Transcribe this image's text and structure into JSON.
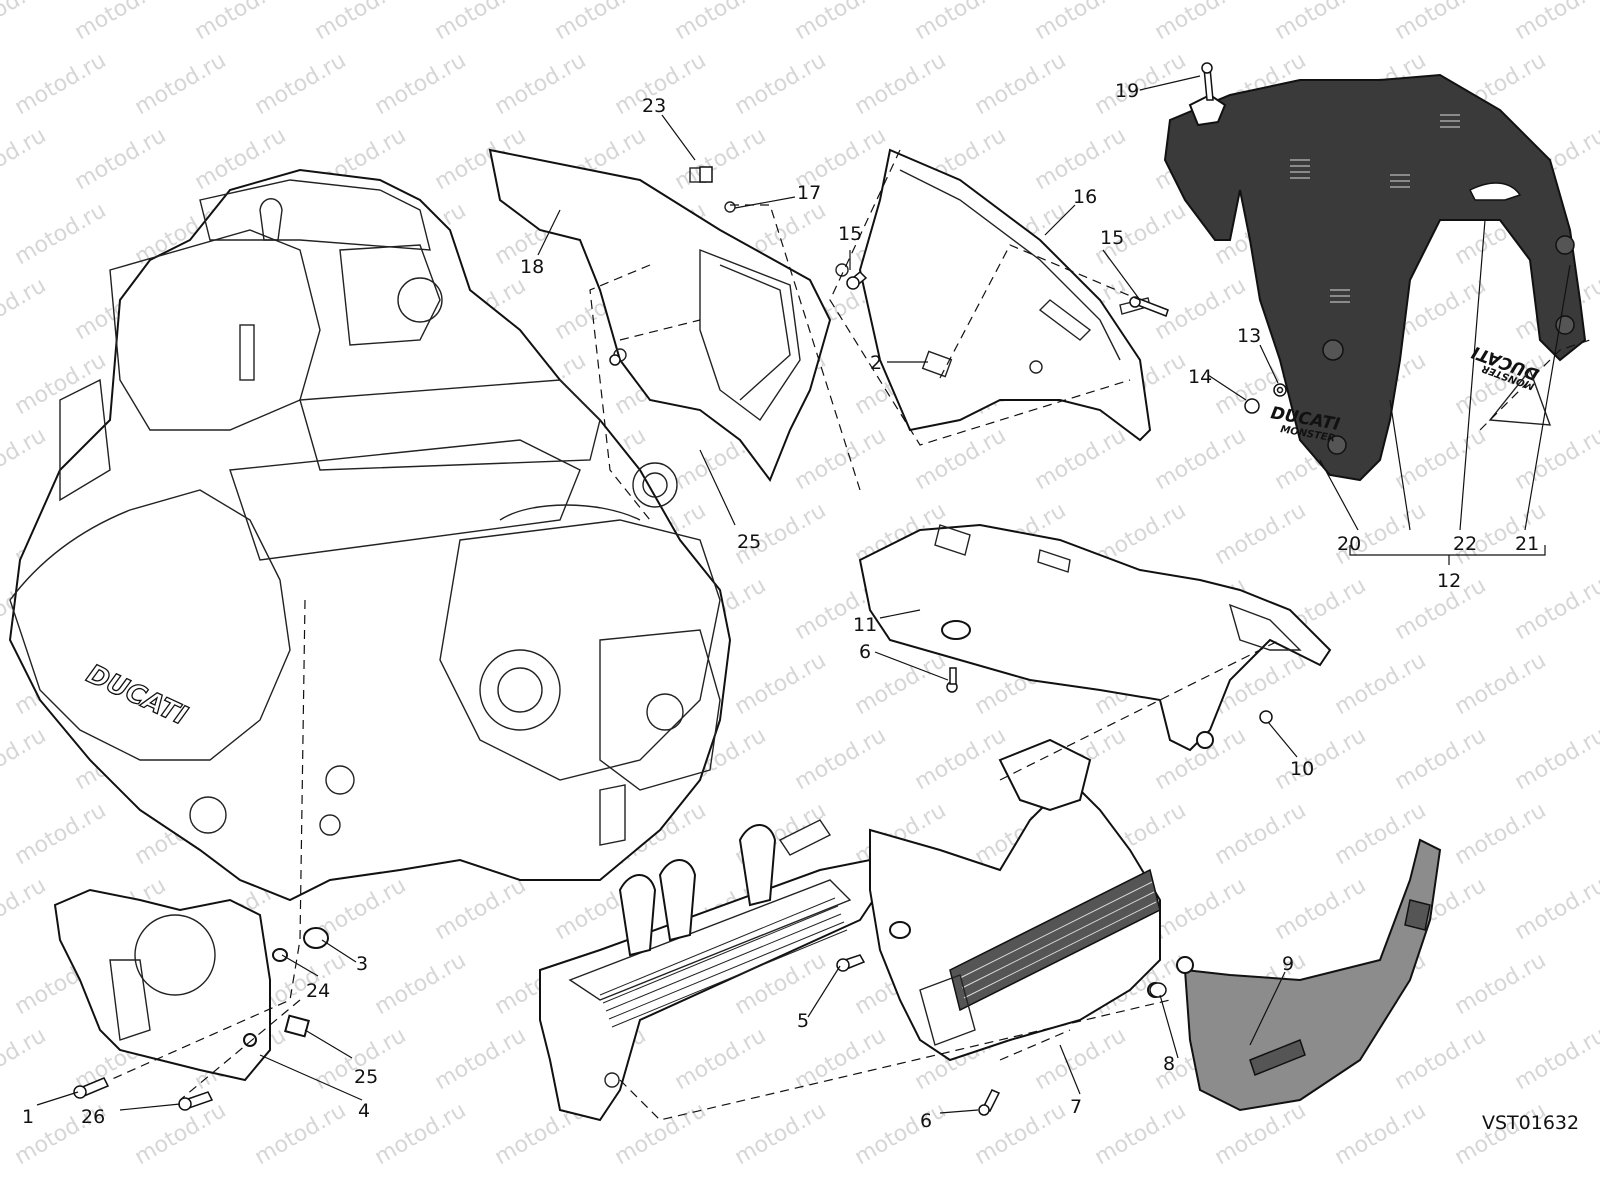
{
  "watermark": "motod.ru",
  "drawing_code": "VST01632",
  "brand_mark": "DUCATI",
  "brand_sub": "MONSTER",
  "callouts": [
    "1",
    "2",
    "3",
    "4",
    "5",
    "6",
    "7",
    "8",
    "9",
    "10",
    "11",
    "12",
    "13",
    "14",
    "15",
    "16",
    "17",
    "18",
    "19",
    "20",
    "21",
    "22",
    "23",
    "24",
    "25",
    "26"
  ],
  "callout_labels": [
    {
      "key": "23",
      "text": "23"
    },
    {
      "key": "17",
      "text": "17"
    },
    {
      "key": "18",
      "text": "18"
    },
    {
      "key": "15a",
      "text": "15"
    },
    {
      "key": "16",
      "text": "16"
    },
    {
      "key": "15b",
      "text": "15"
    },
    {
      "key": "2",
      "text": "2"
    },
    {
      "key": "25a",
      "text": "25"
    },
    {
      "key": "19",
      "text": "19"
    },
    {
      "key": "13",
      "text": "13"
    },
    {
      "key": "14",
      "text": "14"
    },
    {
      "key": "20",
      "text": "20"
    },
    {
      "key": "22",
      "text": "22"
    },
    {
      "key": "21",
      "text": "21"
    },
    {
      "key": "12",
      "text": "12"
    },
    {
      "key": "11",
      "text": "11"
    },
    {
      "key": "6a",
      "text": "6"
    },
    {
      "key": "10",
      "text": "10"
    },
    {
      "key": "3",
      "text": "3"
    },
    {
      "key": "24",
      "text": "24"
    },
    {
      "key": "25b",
      "text": "25"
    },
    {
      "key": "1",
      "text": "1"
    },
    {
      "key": "26",
      "text": "26"
    },
    {
      "key": "4",
      "text": "4"
    },
    {
      "key": "5",
      "text": "5"
    },
    {
      "key": "8",
      "text": "8"
    },
    {
      "key": "9",
      "text": "9"
    },
    {
      "key": "6b",
      "text": "6"
    },
    {
      "key": "7",
      "text": "7"
    }
  ]
}
